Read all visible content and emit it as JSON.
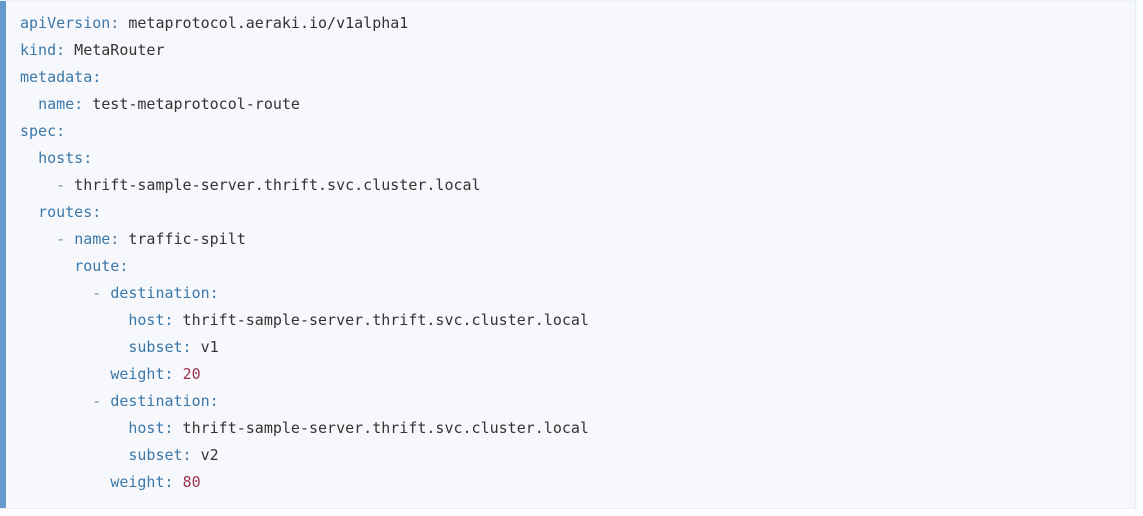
{
  "colors": {
    "background": "#f6f8fb",
    "accent_bar": "#6699cc",
    "key": "#3c78a9",
    "value": "#333333",
    "number": "#9e3150",
    "dash": "#7d8fa5"
  },
  "code": {
    "language": "yaml",
    "lines": [
      [
        {
          "t": "key",
          "v": "apiVersion:"
        },
        {
          "t": "plain",
          "v": " metaprotocol.aeraki.io/v1alpha1"
        }
      ],
      [
        {
          "t": "key",
          "v": "kind:"
        },
        {
          "t": "plain",
          "v": " MetaRouter"
        }
      ],
      [
        {
          "t": "key",
          "v": "metadata:"
        }
      ],
      [
        {
          "t": "plain",
          "v": "  "
        },
        {
          "t": "key",
          "v": "name:"
        },
        {
          "t": "plain",
          "v": " test-metaprotocol-route"
        }
      ],
      [
        {
          "t": "key",
          "v": "spec:"
        }
      ],
      [
        {
          "t": "plain",
          "v": "  "
        },
        {
          "t": "key",
          "v": "hosts:"
        }
      ],
      [
        {
          "t": "plain",
          "v": "    "
        },
        {
          "t": "dash",
          "v": "-"
        },
        {
          "t": "plain",
          "v": " thrift-sample-server.thrift.svc.cluster.local"
        }
      ],
      [
        {
          "t": "plain",
          "v": "  "
        },
        {
          "t": "key",
          "v": "routes:"
        }
      ],
      [
        {
          "t": "plain",
          "v": "    "
        },
        {
          "t": "dash",
          "v": "-"
        },
        {
          "t": "plain",
          "v": " "
        },
        {
          "t": "key",
          "v": "name:"
        },
        {
          "t": "plain",
          "v": " traffic-spilt"
        }
      ],
      [
        {
          "t": "plain",
          "v": "      "
        },
        {
          "t": "key",
          "v": "route:"
        }
      ],
      [
        {
          "t": "plain",
          "v": "        "
        },
        {
          "t": "dash",
          "v": "-"
        },
        {
          "t": "plain",
          "v": " "
        },
        {
          "t": "key",
          "v": "destination:"
        }
      ],
      [
        {
          "t": "plain",
          "v": "            "
        },
        {
          "t": "key",
          "v": "host:"
        },
        {
          "t": "plain",
          "v": " thrift-sample-server.thrift.svc.cluster.local"
        }
      ],
      [
        {
          "t": "plain",
          "v": "            "
        },
        {
          "t": "key",
          "v": "subset:"
        },
        {
          "t": "plain",
          "v": " v1"
        }
      ],
      [
        {
          "t": "plain",
          "v": "          "
        },
        {
          "t": "key",
          "v": "weight:"
        },
        {
          "t": "plain",
          "v": " "
        },
        {
          "t": "num",
          "v": "20"
        }
      ],
      [
        {
          "t": "plain",
          "v": "        "
        },
        {
          "t": "dash",
          "v": "-"
        },
        {
          "t": "plain",
          "v": " "
        },
        {
          "t": "key",
          "v": "destination:"
        }
      ],
      [
        {
          "t": "plain",
          "v": "            "
        },
        {
          "t": "key",
          "v": "host:"
        },
        {
          "t": "plain",
          "v": " thrift-sample-server.thrift.svc.cluster.local"
        }
      ],
      [
        {
          "t": "plain",
          "v": "            "
        },
        {
          "t": "key",
          "v": "subset:"
        },
        {
          "t": "plain",
          "v": " v2"
        }
      ],
      [
        {
          "t": "plain",
          "v": "          "
        },
        {
          "t": "key",
          "v": "weight:"
        },
        {
          "t": "plain",
          "v": " "
        },
        {
          "t": "num",
          "v": "80"
        }
      ]
    ]
  }
}
